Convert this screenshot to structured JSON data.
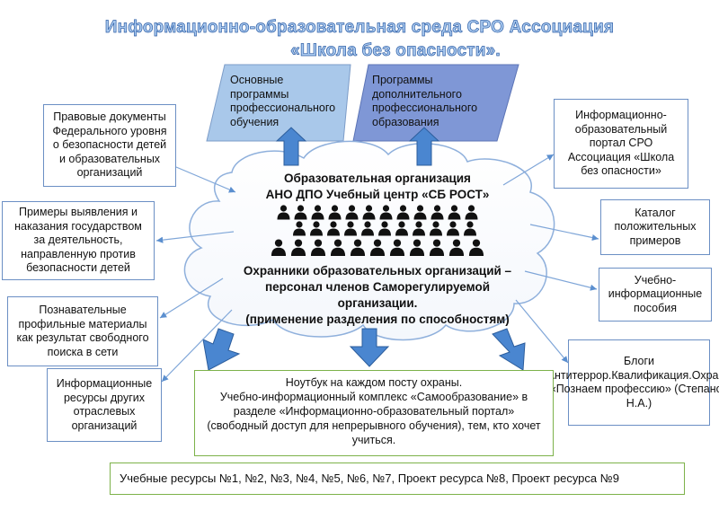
{
  "header": {
    "title_line1": "Информационно-образовательная среда СРО Ассоциация",
    "title_line2": "«Школа без опасности»."
  },
  "top_programs": {
    "basic": "Основные программы профессионального обучения",
    "additional": "Программы дополнительного профессионального образования"
  },
  "cloud": {
    "org_line1": "Образовательная организация",
    "org_line2": "АНО ДПО Учебный центр «СБ РОСТ»",
    "guards_line1": "Охранники образовательных организаций –",
    "guards_line2": "персонал членов Саморегулируемой",
    "guards_line3": "организации.",
    "guards_line4": "(применение разделения по способностям)"
  },
  "left_boxes": {
    "legal": "Правовые документы Федерального уровня о безопасности детей и образовательных организаций",
    "examples": "Примеры выявления и наказания государством за деятельность, направленную против безопасности детей",
    "materials": "Познавательные профильные материалы как результат свободного поиска в сети",
    "resources": "Информационные ресурсы других отраслевых организаций"
  },
  "right_boxes": {
    "portal": "Информационно-образовательный портал СРО Ассоциация «Школа без опасности»",
    "catalog": "Каталог положительных примеров",
    "manuals": "Учебно-информационные пособия",
    "blogs": "Блоги «Антитеррор.Квалификация.Охрана» «Познаем профессию» (Степанов Н.А.)"
  },
  "notebook_box": {
    "line1": "Ноутбук на каждом посту охраны.",
    "line2": "Учебно-информационный комплекс «Самообразование» в разделе «Информационно-образовательный портал» (свободный доступ для непрерывного обучения), тем, кто хочет учиться."
  },
  "resources_bar": {
    "text": "Учебные ресурсы №1, №2, №3, №4, №5, №6, №7, Проект ресурса №8, Проект ресурса №9"
  },
  "colors": {
    "title_fill": "#a9c9ef",
    "title_stroke": "#2f5fa6",
    "para_light": "#a9c8ea",
    "para_dark": "#7f97d6",
    "arrow_blue": "#4a86d0",
    "green_border": "#7db24a",
    "box_border": "#6b8fc4"
  },
  "icons": {
    "person": "person-icon",
    "arrow_up": "arrow-up-icon",
    "arrow_down": "arrow-down-icon"
  }
}
